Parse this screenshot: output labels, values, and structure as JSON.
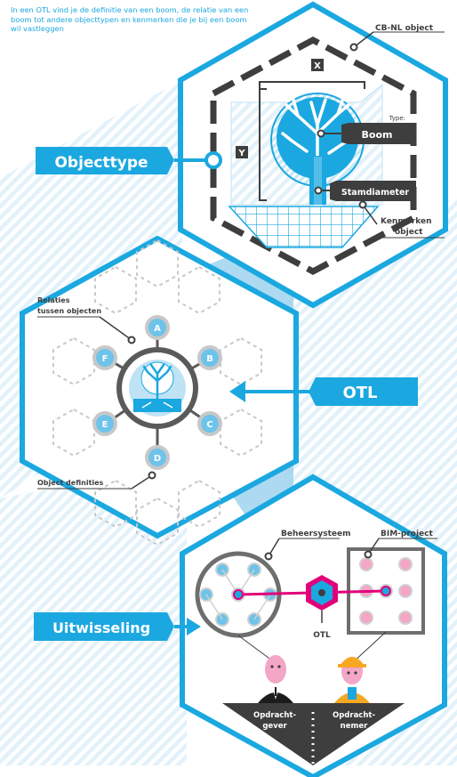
{
  "intro": "In een OTL vind je de definitie van een boom, de relatie van een boom tot andere objecttypen en kenmerken die je bij een boom wil vastleggen",
  "section_objecttype": {
    "title": "Objecttype",
    "callout_cbnl": "CB-NL object",
    "dim_x": "X",
    "dim_y": "Y",
    "type_label": "Type:",
    "type_value": "Boom",
    "attribute": "Stamdiameter",
    "callout_kenmerken_line1": "Kenmerken",
    "callout_kenmerken_line2": "object"
  },
  "section_otl": {
    "title": "OTL",
    "callout_relaties_line1": "Relaties",
    "callout_relaties_line2": "tussen objecten",
    "nodes": [
      "A",
      "B",
      "C",
      "D",
      "E",
      "F"
    ],
    "callout_definities": "Object definities"
  },
  "section_uitwisseling": {
    "title": "Uitwisseling",
    "callout_beheer": "Beheersysteem",
    "callout_bim": "BIM-project",
    "hub_label": "OTL",
    "left_role_line1": "Opdracht-",
    "left_role_line2": "gever",
    "right_role_line1": "Opdracht-",
    "right_role_line2": "nemer"
  },
  "colors": {
    "blue": "#1ba8e0",
    "light_blue": "#bfe3f5",
    "dark_gray": "#3e3e3e",
    "pink": "#e2007a",
    "pink_light": "#f4a6c6",
    "orange": "#f7a823"
  }
}
